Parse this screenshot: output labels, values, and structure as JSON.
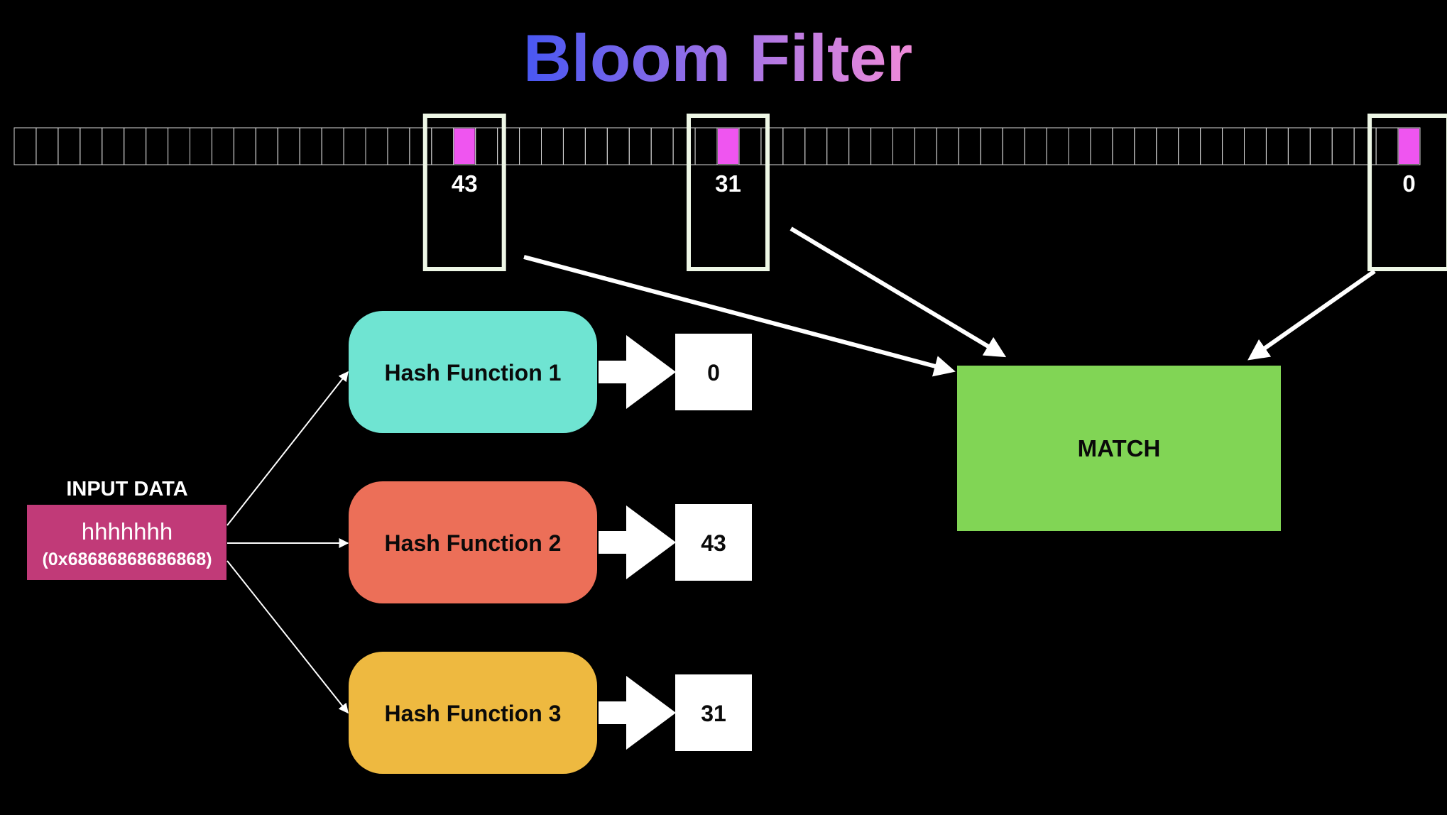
{
  "title": "Bloom Filter",
  "bit_array": {
    "size": 64,
    "set_bits": [
      {
        "index": 43,
        "label": "43"
      },
      {
        "index": 31,
        "label": "31"
      },
      {
        "index": 0,
        "label": "0"
      }
    ]
  },
  "input": {
    "heading": "INPUT DATA",
    "value": "hhhhhhh",
    "hex": "(0x68686868686868)"
  },
  "hash_functions": [
    {
      "label": "Hash Function 1",
      "output": "0"
    },
    {
      "label": "Hash Function 2",
      "output": "43"
    },
    {
      "label": "Hash Function 3",
      "output": "31"
    }
  ],
  "result": {
    "label": "MATCH"
  },
  "colors": {
    "background": "#000000",
    "title_gradient_start": "#4857f2",
    "title_gradient_end": "#f08bd9",
    "set_bit": "#ef55f0",
    "highlight_frame": "#eef7e6",
    "input_box": "#c13a78",
    "hash1": "#6fe4d2",
    "hash2": "#ec6f58",
    "hash3": "#eeb940",
    "output_box": "#ffffff",
    "match_box": "#81d555",
    "array_line": "#d8d8d8"
  }
}
